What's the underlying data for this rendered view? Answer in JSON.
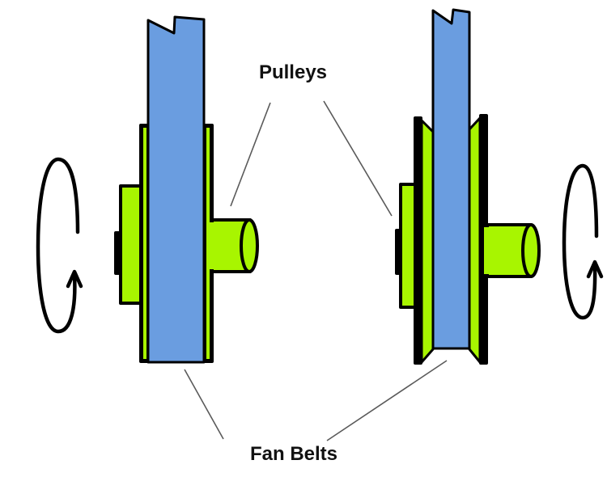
{
  "diagram": {
    "labels": {
      "pulleys": "Pulleys",
      "fan_belts": "Fan Belts"
    },
    "colors": {
      "belt": "#6a9de0",
      "pulley": "#a8f500",
      "outline": "#000000",
      "pointer": "#5a5a5a"
    },
    "components": [
      {
        "name": "left pulley",
        "type": "flat pulley",
        "rotation": "counter-clockwise arrow on left"
      },
      {
        "name": "right pulley",
        "type": "V-groove pulley",
        "rotation": "arrow on right"
      },
      {
        "name": "left fan belt",
        "type": "flat belt"
      },
      {
        "name": "right fan belt",
        "type": "V-belt seated in groove"
      }
    ]
  }
}
